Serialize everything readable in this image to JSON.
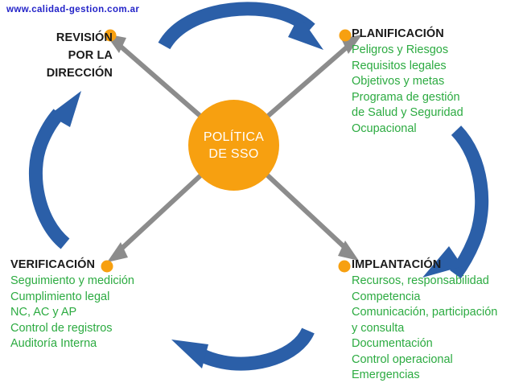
{
  "watermark": "www.calidad-gestion.com.ar",
  "colors": {
    "orange": "#F7A010",
    "blue_arrow": "#2B5FA8",
    "gray_arrow": "#8C8C8C",
    "green_text": "#2CAB41",
    "title_text": "#1A1A1A",
    "watermark_text": "#2323C8",
    "background": "#FFFFFF"
  },
  "center": {
    "label_line1": "POLÍTICA",
    "label_line2": "DE SSO"
  },
  "nodes": {
    "revision": {
      "title_line1": "REVISIÓN",
      "title_line2": "POR LA",
      "title_line3": "DIRECCIÓN",
      "items": []
    },
    "planificacion": {
      "title": "PLANIFICACIÓN",
      "items": [
        "Peligros y Riesgos",
        "Requisitos legales",
        "Objetivos y metas",
        "Programa de gestión",
        "de Salud y Seguridad",
        "Ocupacional"
      ]
    },
    "verificacion": {
      "title": "VERIFICACIÓN",
      "items": [
        "Seguimiento y medición",
        "Cumplimiento legal",
        "NC, AC y AP",
        "Control de registros",
        "Auditoría Interna"
      ]
    },
    "implantacion": {
      "title": "IMPLANTACIÓN",
      "items": [
        "Recursos, responsabilidad",
        "Competencia",
        "Comunicación, participación",
        "y consulta",
        "Documentación",
        "Control operacional",
        "Emergencias"
      ]
    }
  },
  "cycle_arrows": [
    {
      "name": "top-arrow",
      "from": "revision",
      "to": "planificacion",
      "direction": "left-to-right"
    },
    {
      "name": "right-arrow",
      "from": "planificacion",
      "to": "implantacion",
      "direction": "top-to-bottom"
    },
    {
      "name": "bottom-arrow",
      "from": "implantacion",
      "to": "verificacion",
      "direction": "right-to-left"
    },
    {
      "name": "left-arrow",
      "from": "verificacion",
      "to": "revision",
      "direction": "bottom-to-top"
    }
  ],
  "spoke_arrows": [
    {
      "name": "spoke-to-revision",
      "to": "revision"
    },
    {
      "name": "spoke-to-planificacion",
      "to": "planificacion"
    },
    {
      "name": "spoke-to-verificacion",
      "to": "verificacion"
    },
    {
      "name": "spoke-to-implantacion",
      "to": "implantacion"
    }
  ]
}
